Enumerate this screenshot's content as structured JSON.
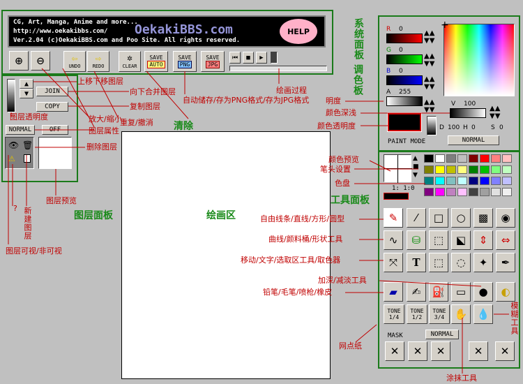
{
  "banner": {
    "line1": "CG, Art, Manga, Anime and more...",
    "line2": "http://www.oekakibbs.com/",
    "line3": "Ver.2.04   (c)OekakiBBS.com and Poo Site. All rights reserved.",
    "logo": "OekakiBBS.com",
    "help": "HELP"
  },
  "toolbar": {
    "undo": "UNDO",
    "redo": "REDO",
    "clear": "CLEAR",
    "save_auto_top": "SAVE",
    "save_auto": "AUTO",
    "save_png_top": "SAVE",
    "save_png": "PNG",
    "save_jpg_top": "SAVE",
    "save_jpg": "JPG"
  },
  "layers": {
    "join": "JOIN",
    "copy": "COPY",
    "mode": "NORMAL",
    "off": "OFF"
  },
  "color": {
    "r_label": "R",
    "r_val": "0",
    "g_label": "G",
    "g_val": "0",
    "b_label": "B",
    "b_val": "0",
    "a_label": "A",
    "a_val": "255",
    "v_label": "V",
    "v_val": "100",
    "d_label": "D",
    "d_val": "100",
    "h_label": "H",
    "h_val": "0",
    "s_label": "S",
    "s_val": "0",
    "paint_mode": "PAINT MODE",
    "paint_mode_value": "NORMAL"
  },
  "tools": {
    "pen_size": "1: 1:0",
    "tone1": "TONE",
    "tone1_v": "1/4",
    "tone2": "TONE",
    "tone2_v": "1/2",
    "tone3": "TONE",
    "tone3_v": "3/4",
    "mask": "MASK",
    "mask_mode": "NORMAL"
  },
  "labels": {
    "sys_panel": "系统面板",
    "palette_panel": "调色板",
    "layer_panel": "图层面板",
    "tool_panel": "工具面板",
    "canvas": "绘画区",
    "clear": "清除",
    "move_layer": "上移下移图层",
    "merge_down": "向下合并图层",
    "copy_layer": "复制图层",
    "layer_opacity": "图层透明度",
    "zoom": "放大/缩小",
    "layer_prop": "图层属性",
    "undo_redo": "重复/撤消",
    "delete_layer": "删除图层",
    "layer_preview": "图层预览",
    "question": "?",
    "new_layer": "新建图层",
    "layer_visible": "图层可视/非可视",
    "draw_progress": "绘画过程",
    "save_formats": "自动储存/存为PNG格式/存为JPG格式",
    "brightness": "明度",
    "color_depth": "颜色深浅",
    "color_opacity": "颜色透明度",
    "color_preview": "颜色预览",
    "pen_setting": "笔头设置",
    "swatches": "色盘",
    "tools_row1": "自由线条/直线/方形/圆型",
    "tools_row2": "曲线/颜料桶/形状工具",
    "tools_row3": "移动/文字/选取区工具/取色器",
    "tools_row4": "加深/减淡工具",
    "tools_row5": "铅笔/毛笔/喷枪/橡皮",
    "blur": "模糊工具",
    "tone": "网点纸",
    "smudge": "涂抹工具"
  },
  "colors": {
    "green": "#1a7a1a",
    "red_annot": "#c00000"
  },
  "swatch_colors": [
    "#000000",
    "#ffffff",
    "#7f7f7f",
    "#bfbfbf",
    "#800000",
    "#ff0000",
    "#ff8080",
    "#ffc0c0",
    "#808000",
    "#ffff00",
    "#c0c000",
    "#ffff80",
    "#008000",
    "#00c000",
    "#80ff80",
    "#c0ffc0",
    "#008080",
    "#00ffff",
    "#80c0c0",
    "#c0ffff",
    "#000080",
    "#0000ff",
    "#8080ff",
    "#c0c0ff",
    "#800080",
    "#ff00ff",
    "#c080c0",
    "#ffc0ff",
    "#404040",
    "#a0a0a0",
    "#e0e0e0",
    "#f0f0f0"
  ]
}
